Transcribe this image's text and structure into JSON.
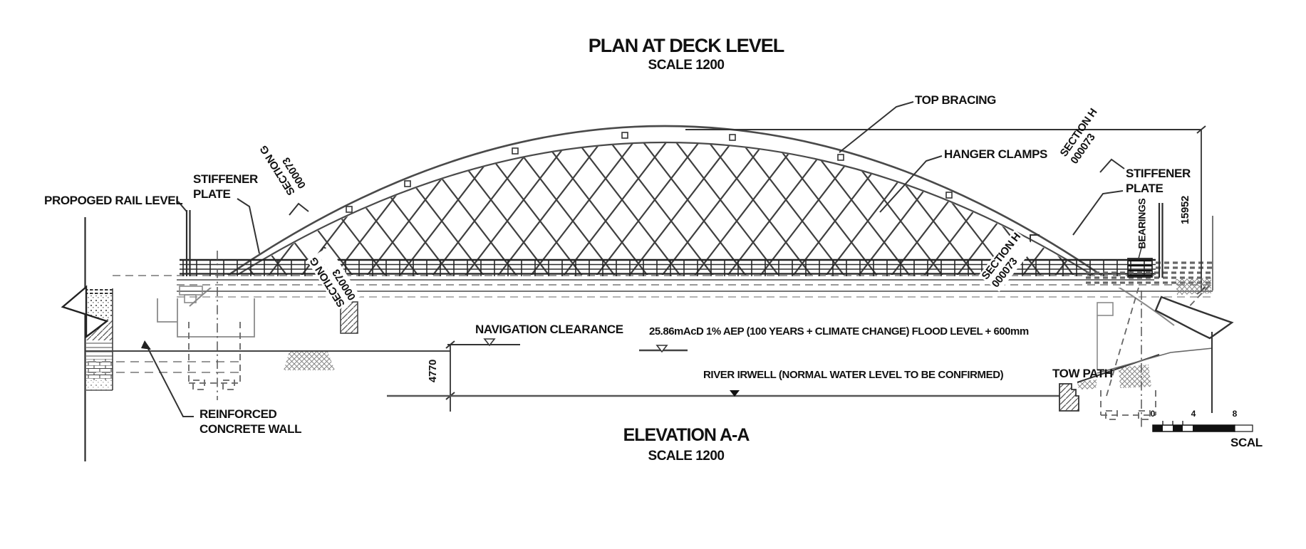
{
  "drawing_title": {
    "plan": "PLAN AT DECK LEVEL",
    "plan_scale": "SCALE 1200",
    "elevation": "ELEVATION A-A",
    "elevation_scale": "SCALE 1200"
  },
  "labels": {
    "top_bracing": "TOP BRACING",
    "hanger_clamps": "HANGER CLAMPS",
    "section_h": "SECTION H",
    "section_h_num": "000073",
    "section_g": "SECTION G",
    "section_g_num": "000073",
    "stiffener_1": "STIFFENER",
    "stiffener_2": "PLATE",
    "bearings": "BEARINGS",
    "propoged_rail_level": "PROPOGED RAIL LEVEL",
    "reinforced_1": "REINFORCED",
    "reinforced_2": "CONCRETE WALL",
    "navigation_clearance": "NAVIGATION CLEARANCE",
    "flood_level": "25.86mAcD 1% AEP (100 YEARS + CLIMATE CHANGE) FLOOD LEVEL + 600mm",
    "river": "RIVER IRWELL (NORMAL WATER LEVEL TO BE CONFIRMED)",
    "tow_path": "TOW PATH"
  },
  "dimensions": {
    "arch_height": "15952",
    "nav_clearance": "4770"
  },
  "scale_bar": {
    "ticks": [
      "0",
      "4",
      "8"
    ],
    "label": "SCAL"
  },
  "colors": {
    "line": "#2f2f2f",
    "gray_line": "#8a8a8a",
    "text": "#111111"
  }
}
